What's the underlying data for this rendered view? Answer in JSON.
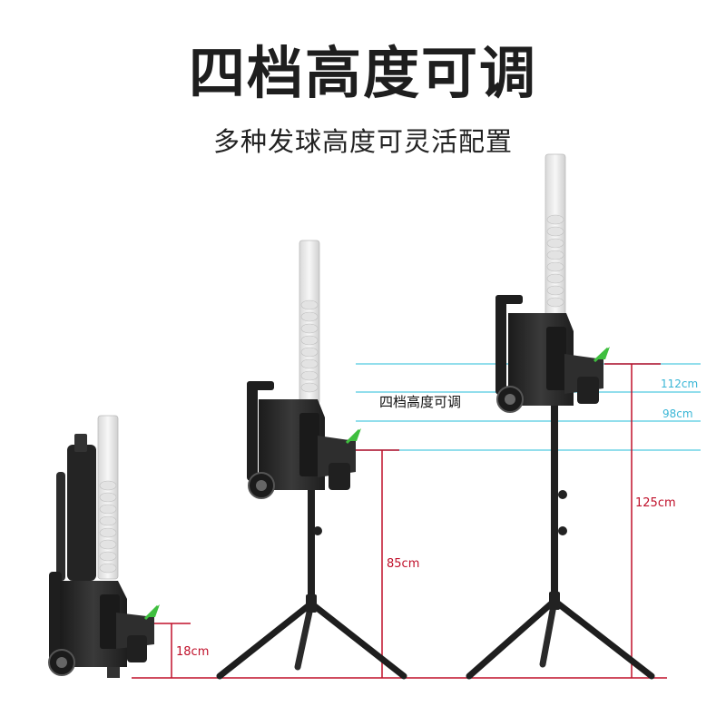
{
  "header": {
    "title": "四档高度可调",
    "subtitle": "多种发球高度可灵活配置"
  },
  "heights": [
    {
      "label": "18cm"
    },
    {
      "label": "85cm"
    },
    {
      "label": "98cm"
    },
    {
      "label": "112cm"
    },
    {
      "label": "125cm"
    }
  ],
  "middle_label": "四档高度可调",
  "colors": {
    "dimension_line": "#c0102a",
    "level_line": "#6fd3e6",
    "machine_body": "#2a2a2a",
    "indicator": "#3fbf3f"
  }
}
